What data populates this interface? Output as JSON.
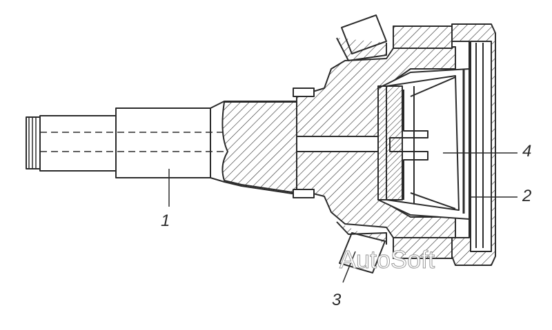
{
  "callouts": {
    "part_1": "1",
    "part_2": "2",
    "part_3": "3",
    "part_4": "4"
  },
  "watermark": "AutoSoft",
  "colors": {
    "line": "#2a2a2a",
    "hatch": "#2a2a2a",
    "fill": "#ffffff"
  }
}
